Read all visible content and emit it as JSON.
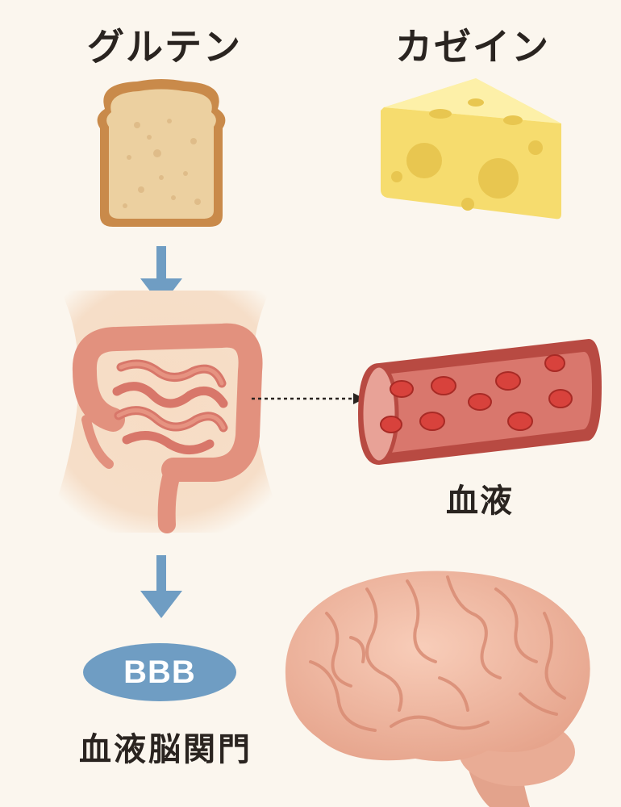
{
  "labels": {
    "gluten": "グルテン",
    "casein": "カゼイン",
    "blood": "血液",
    "bbb_abbr": "BBB",
    "bbb_full": "血液脳関門"
  },
  "colors": {
    "background": "#fbf6ee",
    "arrow": "#6f9dc3",
    "bbb_badge": "#6f9dc3",
    "intestine": "#e08a78",
    "vessel": "#c9574f",
    "blood_cell": "#d8423c",
    "brain": "#f0b9a5",
    "cheese": "#f7e27a",
    "bread": "#e9c38e"
  },
  "icons": [
    "bread-icon",
    "cheese-icon",
    "intestine-icon",
    "blood-vessel-icon",
    "brain-icon",
    "arrow-down-icon"
  ]
}
